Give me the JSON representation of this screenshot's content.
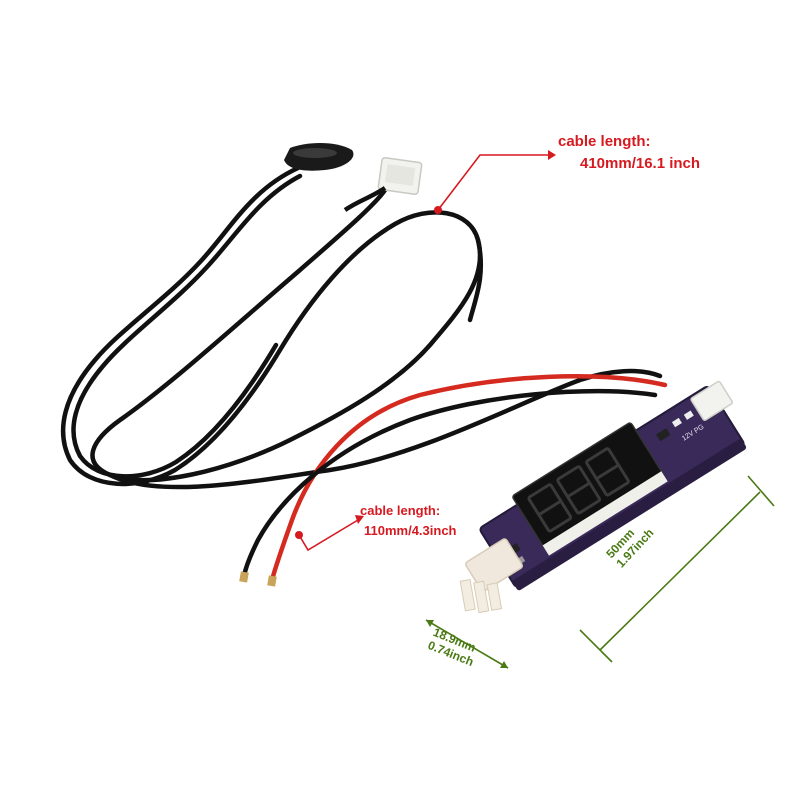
{
  "annotations": {
    "top_cable": {
      "title": "cable length:",
      "value": "410mm/16.1 inch"
    },
    "mid_cable": {
      "title": "cable length:",
      "value": "110mm/4.3inch"
    },
    "board_length": {
      "metric": "50mm",
      "imperial": "1.97inch"
    },
    "board_width": {
      "metric": "18.9mm",
      "imperial": "0.74inch"
    }
  },
  "board": {
    "silk_text": "12V PG",
    "display_digits": "88.8"
  },
  "colors": {
    "callout_red": "#d71920",
    "dimension_green": "#4a7a14",
    "pcb_purple": "#3a2a5a",
    "cable_black": "#111111",
    "cable_red": "#d42a1f"
  }
}
